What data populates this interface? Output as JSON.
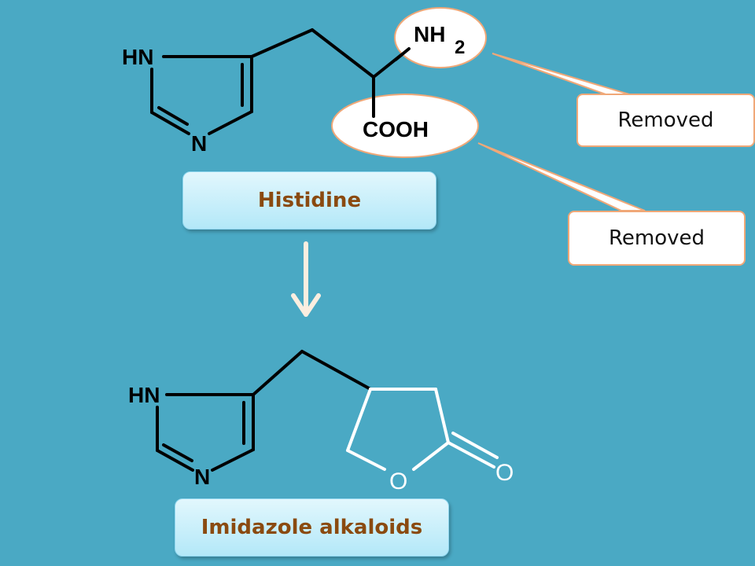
{
  "histidine": {
    "hn_label": "HN",
    "n_label": "N",
    "nh_label": "NH",
    "nh_subscript": "2",
    "cooh_label": "COOH",
    "name": "Histidine"
  },
  "callouts": {
    "removed_nh2": "Removed",
    "removed_cooh": "Removed"
  },
  "product": {
    "hn_label": "HN",
    "n_label": "N",
    "ring_o_label": "O",
    "carbonyl_o_label": "O",
    "name": "Imidazole alkaloids"
  },
  "colors": {
    "background": "#4aa9c4",
    "bond": "#000000",
    "lactone_bond": "#ffffff",
    "callout_border": "#f0a878",
    "title_text": "#8a4a10",
    "ellipse_fill": "#ffffff",
    "ellipse_border": "#f0a878"
  }
}
